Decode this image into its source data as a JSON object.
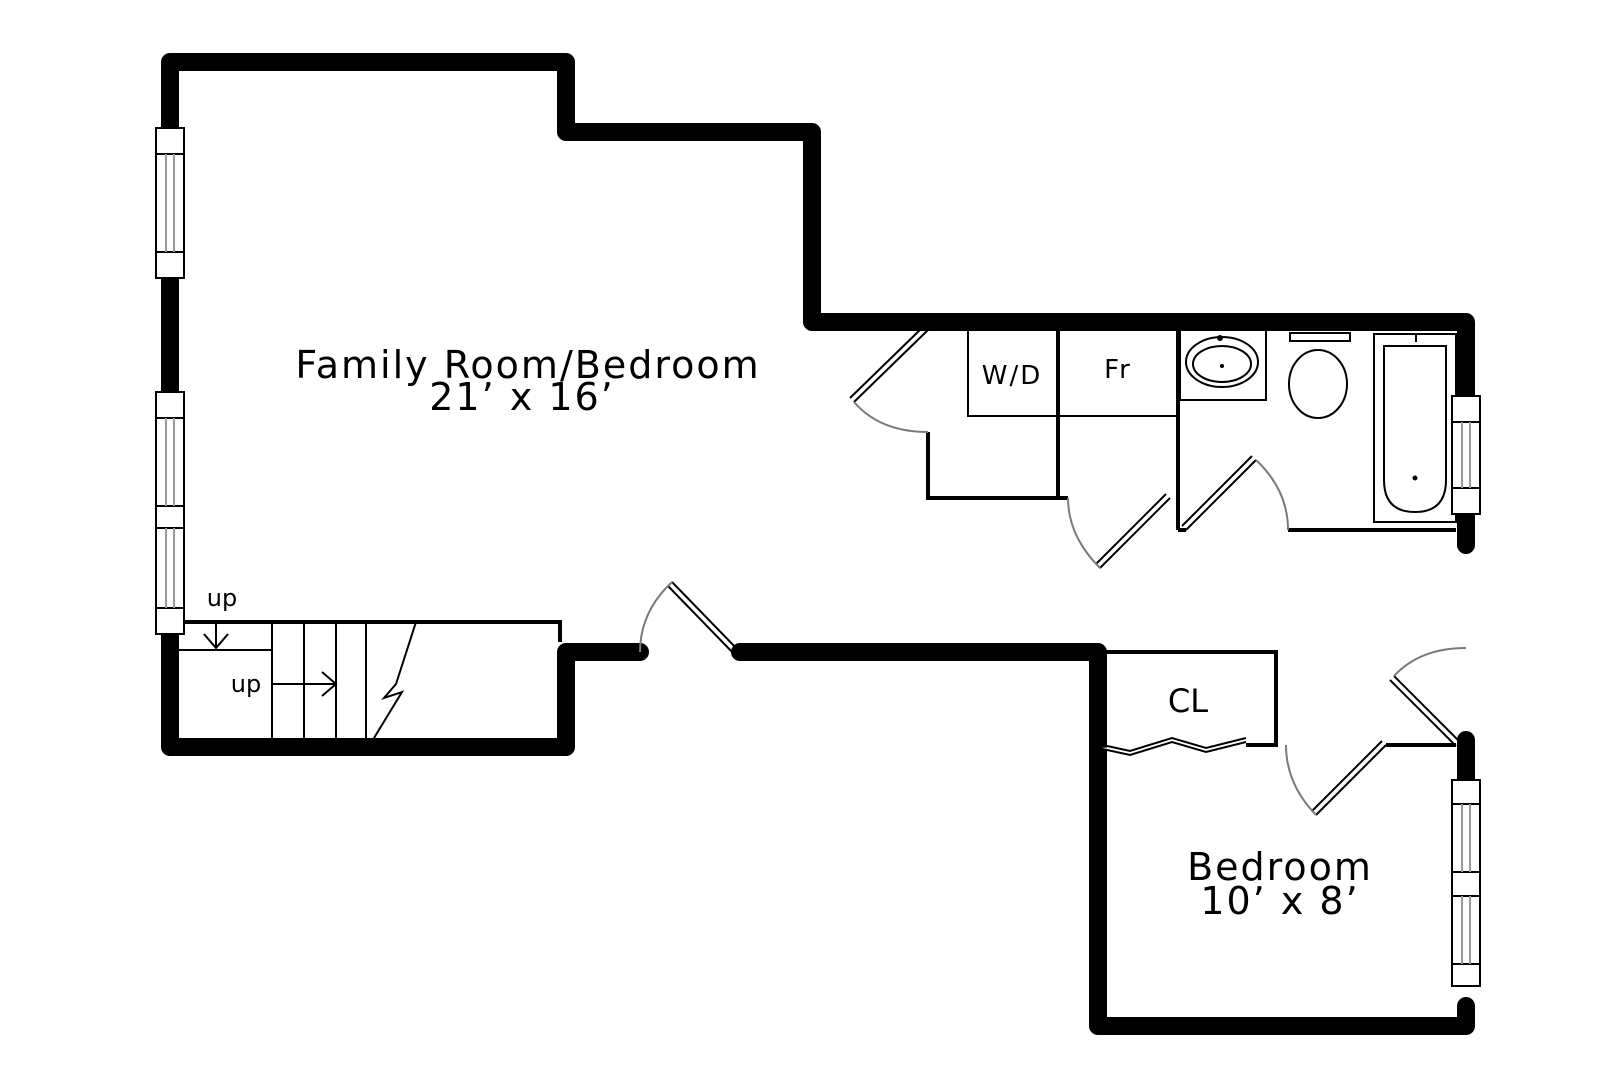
{
  "rooms": {
    "family_room": {
      "name": "Family Room/Bedroom",
      "dimensions": "21’ x 16’"
    },
    "bedroom": {
      "name": "Bedroom",
      "dimensions": "10’ x 8’"
    }
  },
  "fixtures": {
    "washer_dryer": "W/D",
    "fridge": "Fr",
    "closet": "CL"
  },
  "stairs": {
    "upper_label": "up",
    "lower_label": "up"
  }
}
